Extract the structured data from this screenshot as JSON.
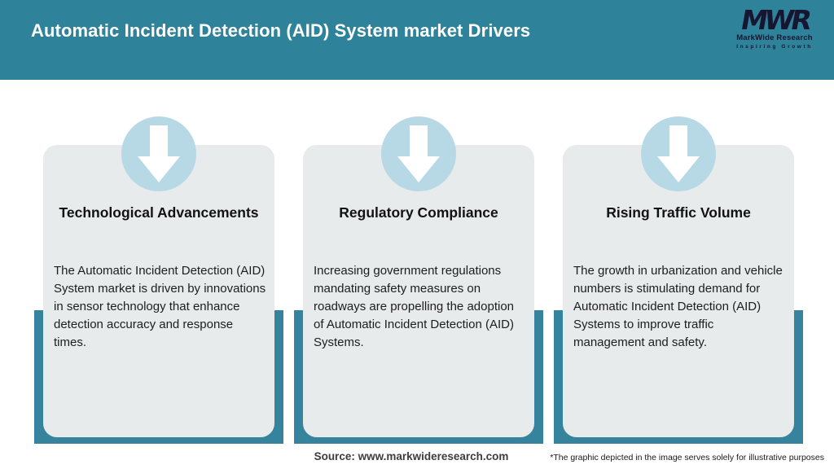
{
  "header": {
    "title": "Automatic Incident Detection (AID) System market Drivers",
    "logo": {
      "acronym": "MWR",
      "name": "MarkWide Research",
      "tagline": "Inspiring Growth"
    }
  },
  "drivers": [
    {
      "icon": "down-arrow-icon",
      "title": "Technological Advancements",
      "description": "The Automatic Incident Detection (AID) System market is driven by innovations in sensor technology that enhance detection accuracy and response times."
    },
    {
      "icon": "down-arrow-icon",
      "title": "Regulatory Compliance",
      "description": "Increasing government regulations mandating safety measures on roadways are propelling the adoption of Automatic Incident Detection (AID) Systems."
    },
    {
      "icon": "down-arrow-icon",
      "title": "Rising Traffic Volume",
      "description": "The growth in urbanization and vehicle numbers is stimulating demand for Automatic Incident Detection (AID) Systems to improve traffic management and safety."
    }
  ],
  "footer": {
    "source": "Source: www.markwideresearch.com",
    "disclaimer": "*The graphic depicted in the image serves solely for illustrative purposes"
  },
  "colors": {
    "header_teal": "#2E8299",
    "backdrop_teal": "#35839C",
    "circle_blue": "#B7D8E5",
    "card_gray": "#E8EBEC",
    "logo_ink": "#161630"
  }
}
